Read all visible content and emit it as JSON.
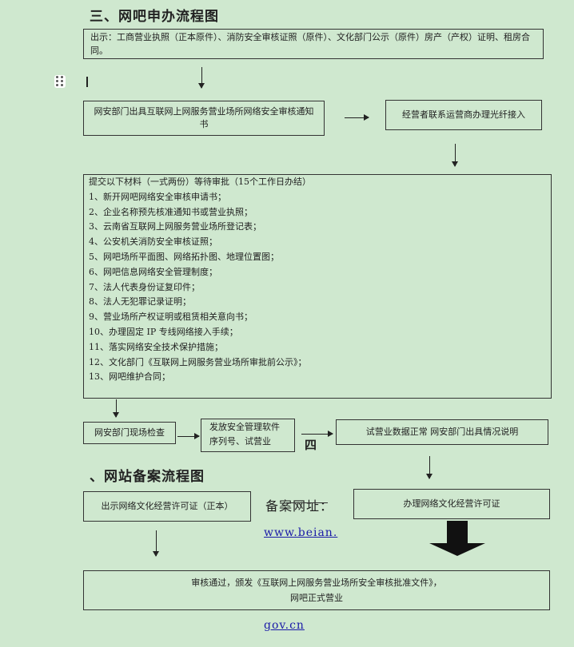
{
  "section3": {
    "title": "三、网吧申办流程图"
  },
  "box_show": {
    "text": "出示：工商营业执照（正本原件）、消防安全审核证照（原件）、文化部门公示（原件）房产（产权）证明、租房合同。"
  },
  "box_police_notice": {
    "text": "网安部门出具互联网上网服务营业场所网络安全审核通知书"
  },
  "box_fiber": {
    "text": "经营者联系运营商办理光纤接入"
  },
  "materials": {
    "header": "提交以下材料（一式两份）等待审批（15个工作日办结）",
    "items": [
      "1、新开网吧网络安全审核申请书；",
      "2、企业名称预先核准通知书或营业执照；",
      "3、云南省互联网上网服务营业场所登记表；",
      "4、公安机关消防安全审核证照；",
      "5、网吧场所平面图、网络拓扑图、地理位置图；",
      "6、网吧信息网络安全管理制度；",
      "7、法人代表身份证复印件；",
      "8、法人无犯罪记录证明；",
      "9、营业场所产权证明或租赁相关意向书；",
      "10、办理固定 IP 专线网络接入手续；",
      "11、落实网络安全技术保护措施；",
      "12、文化部门《互联网上网服务营业场所审批前公示》；",
      "13、网吧维护合同；"
    ]
  },
  "box_inspect": {
    "text": "网安部门现场检查"
  },
  "box_software": {
    "line1": "发放安全管理软件",
    "line2": "序列号、试营业"
  },
  "glyph_four": "四",
  "box_trial": {
    "text": "试营业数据正常 网安部门出具情况说明"
  },
  "section4": {
    "title": "、网站备案流程图"
  },
  "box_license_show": {
    "text": "出示网络文化经营许可证（正本）"
  },
  "beian_label": "备案网址：",
  "box_license_apply": {
    "text": "办理网络文化经营许可证"
  },
  "link1": "www.beian.",
  "box_approve": {
    "line1": "审核通过，颁发《互联网上网服务营业场所安全审核批准文件》，",
    "line2": "网吧正式营业"
  },
  "link2": "gov.cn"
}
